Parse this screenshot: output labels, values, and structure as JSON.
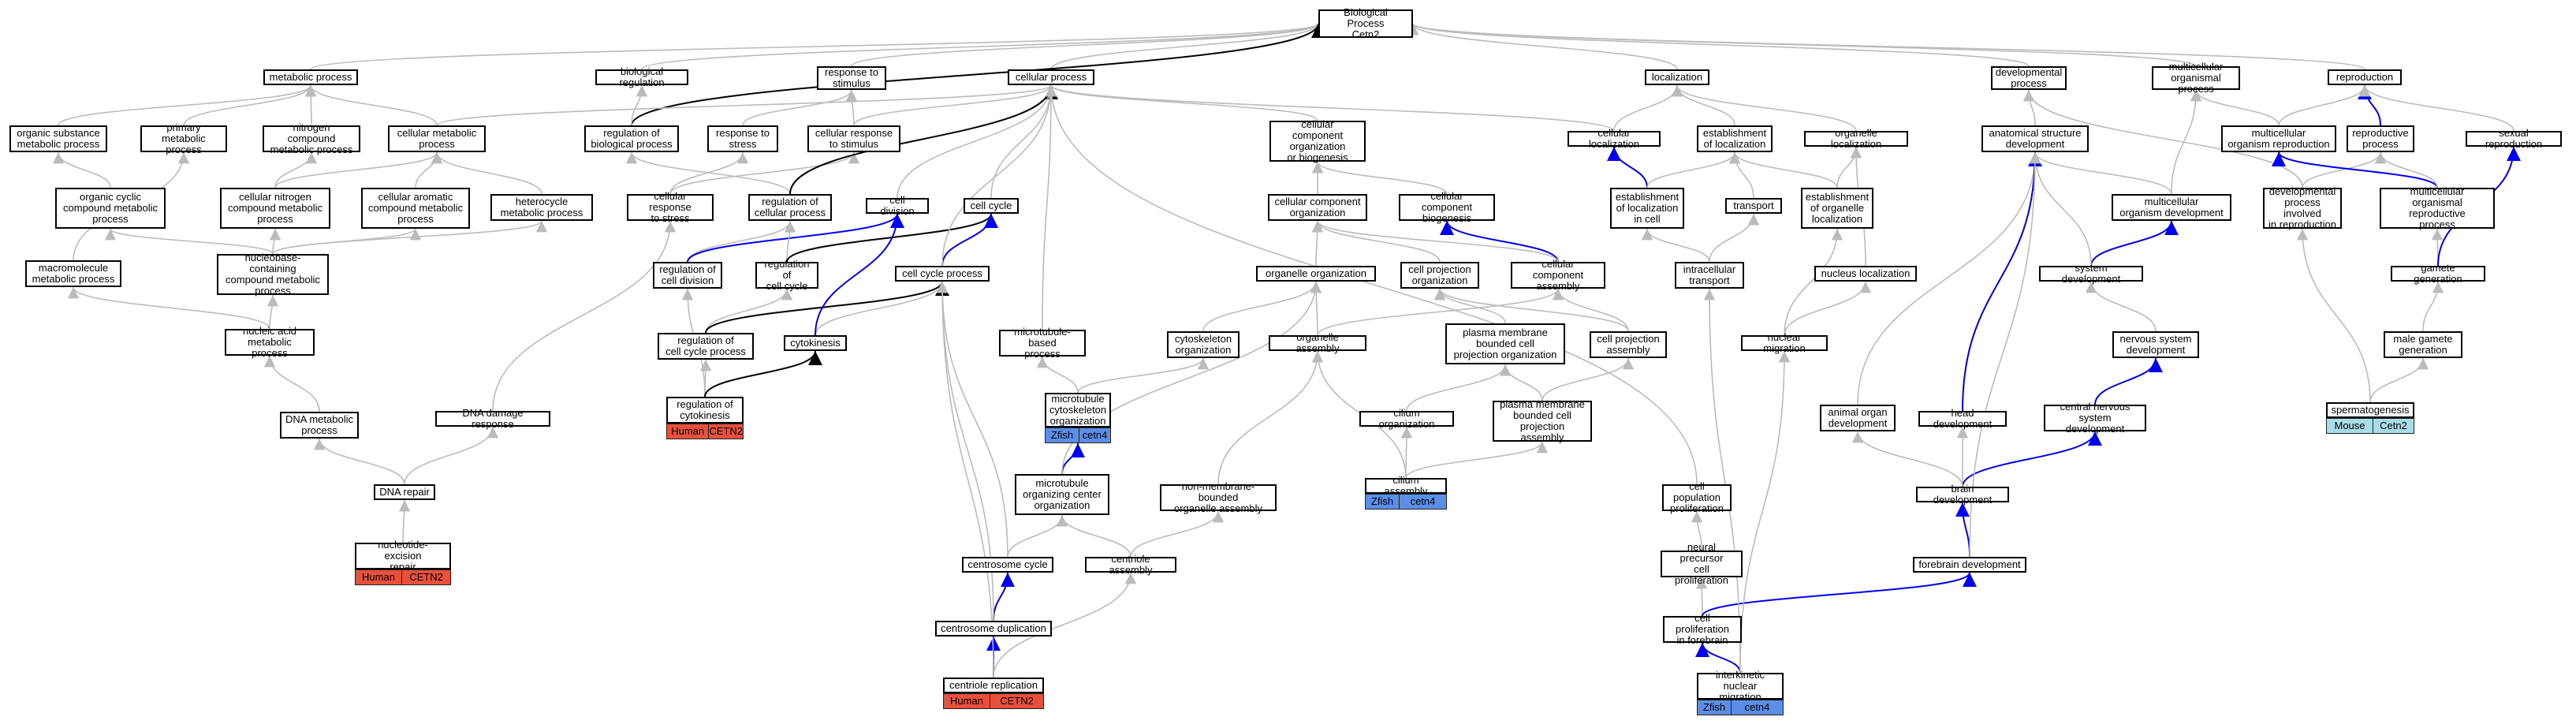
{
  "colors": {
    "edge_default": "#bbbbbb",
    "edge_black": "#000000",
    "edge_blue": "#0000ee",
    "Human": "#e8503c",
    "Zfish": "#5b8ee6",
    "Mouse": "#a8dce6"
  },
  "nodes": [
    {
      "id": "bp",
      "label": "Biological Process\nCetn2"
    },
    {
      "id": "metab",
      "label": "metabolic process"
    },
    {
      "id": "bioreg",
      "label": "biological regulation"
    },
    {
      "id": "resp",
      "label": "response to\nstimulus"
    },
    {
      "id": "cellproc",
      "label": "cellular process"
    },
    {
      "id": "local",
      "label": "localization"
    },
    {
      "id": "devproc",
      "label": "developmental\nprocess"
    },
    {
      "id": "multiorg",
      "label": "multicellular\norganismal process"
    },
    {
      "id": "repro",
      "label": "reproduction"
    },
    {
      "id": "orgsub",
      "label": "organic substance\nmetabolic process"
    },
    {
      "id": "primmet",
      "label": "primary metabolic\nprocess"
    },
    {
      "id": "nitro",
      "label": "nitrogen compound\nmetabolic process"
    },
    {
      "id": "cellmet",
      "label": "cellular metabolic\nprocess"
    },
    {
      "id": "regbio",
      "label": "regulation of\nbiological process"
    },
    {
      "id": "resstress",
      "label": "response to\nstress"
    },
    {
      "id": "cellresp",
      "label": "cellular response\nto stimulus"
    },
    {
      "id": "ccorg",
      "label": "cellular component\norganization\nor biogenesis"
    },
    {
      "id": "celloc",
      "label": "cellular localization"
    },
    {
      "id": "estloc",
      "label": "establishment\nof localization"
    },
    {
      "id": "orgloc",
      "label": "organelle localization"
    },
    {
      "id": "anatdev",
      "label": "anatomical structure\ndevelopment"
    },
    {
      "id": "mcorgrep",
      "label": "multicellular\norganism reproduction"
    },
    {
      "id": "reprod",
      "label": "reproductive\nprocess"
    },
    {
      "id": "sexrep",
      "label": "sexual reproduction"
    },
    {
      "id": "orgcyc",
      "label": "organic cyclic\ncompound metabolic\nprocess"
    },
    {
      "id": "cellnit",
      "label": "cellular nitrogen\ncompound metabolic\nprocess"
    },
    {
      "id": "cellarom",
      "label": "cellular aromatic\ncompound metabolic\nprocess"
    },
    {
      "id": "hetero",
      "label": "heterocycle\nmetabolic process"
    },
    {
      "id": "cellresstress",
      "label": "cellular response\nto stress"
    },
    {
      "id": "regcell",
      "label": "regulation of\ncellular process"
    },
    {
      "id": "celldiv",
      "label": "cell division"
    },
    {
      "id": "cellcyc",
      "label": "cell cycle"
    },
    {
      "id": "ccorg2",
      "label": "cellular component\norganization"
    },
    {
      "id": "ccbio",
      "label": "cellular component\nbiogenesis"
    },
    {
      "id": "estlocincell",
      "label": "establishment\nof localization\nin cell"
    },
    {
      "id": "transport",
      "label": "transport"
    },
    {
      "id": "estorgloc",
      "label": "establishment\nof organelle\nlocalization"
    },
    {
      "id": "mcorgdev",
      "label": "multicellular\norganism development"
    },
    {
      "id": "devrep",
      "label": "developmental\nprocess involved\nin reproduction"
    },
    {
      "id": "mcorgrepproc",
      "label": "multicellular\norganismal reproductive\nprocess"
    },
    {
      "id": "macro",
      "label": "macromolecule\nmetabolic process"
    },
    {
      "id": "nucbase",
      "label": "nucleobase-containing\ncompound metabolic\nprocess"
    },
    {
      "id": "regcelldiv",
      "label": "regulation of\ncell division"
    },
    {
      "id": "regcellcyc",
      "label": "regulation of\ncell cycle"
    },
    {
      "id": "cellcycproc",
      "label": "cell cycle process"
    },
    {
      "id": "orgorg",
      "label": "organelle organization"
    },
    {
      "id": "cellproj",
      "label": "cell projection\norganization"
    },
    {
      "id": "ccassem",
      "label": "cellular component\nassembly"
    },
    {
      "id": "intra",
      "label": "intracellular\ntransport"
    },
    {
      "id": "nucloc",
      "label": "nucleus localization"
    },
    {
      "id": "sysdev",
      "label": "system development"
    },
    {
      "id": "gamete",
      "label": "gamete generation"
    },
    {
      "id": "nucacid",
      "label": "nucleic acid\nmetabolic process"
    },
    {
      "id": "regcellcycproc",
      "label": "regulation of\ncell cycle process"
    },
    {
      "id": "cytokinesis",
      "label": "cytokinesis"
    },
    {
      "id": "mtbased",
      "label": "microtubule-based\nprocess"
    },
    {
      "id": "cytoorg",
      "label": "cytoskeleton\norganization"
    },
    {
      "id": "orgassem",
      "label": "organelle assembly"
    },
    {
      "id": "pmbcpo",
      "label": "plasma membrane\nbounded cell\nprojection organization"
    },
    {
      "id": "cellprojassem",
      "label": "cell projection\nassembly"
    },
    {
      "id": "nucmig",
      "label": "nuclear migration"
    },
    {
      "id": "nervdev",
      "label": "nervous system\ndevelopment"
    },
    {
      "id": "malegam",
      "label": "male gamete\ngeneration"
    },
    {
      "id": "dnamet",
      "label": "DNA metabolic\nprocess"
    },
    {
      "id": "dnadam",
      "label": "DNA damage response"
    },
    {
      "id": "regcytok",
      "label": "regulation of\ncytokinesis",
      "chips": [
        {
          "sp": "Human",
          "gene": "CETN2"
        }
      ]
    },
    {
      "id": "mtcytoorg",
      "label": "microtubule\ncytoskeleton\norganization",
      "chips": [
        {
          "sp": "Zfish",
          "gene": "cetn4"
        }
      ]
    },
    {
      "id": "ciliumorg",
      "label": "cilium organization"
    },
    {
      "id": "pmbcpa",
      "label": "plasma membrane\nbounded cell\nprojection assembly"
    },
    {
      "id": "animorg",
      "label": "animal organ\ndevelopment"
    },
    {
      "id": "headdev",
      "label": "head development"
    },
    {
      "id": "cnsdev",
      "label": "central nervous\nsystem development"
    },
    {
      "id": "spermato",
      "label": "spermatogenesis",
      "chips": [
        {
          "sp": "Mouse",
          "gene": "Cetn2"
        }
      ]
    },
    {
      "id": "dnarepair",
      "label": "DNA repair"
    },
    {
      "id": "mtoc",
      "label": "microtubule\norganizing center\norganization"
    },
    {
      "id": "nonmem",
      "label": "non-membrane-bounded\norganelle assembly"
    },
    {
      "id": "ciliumassem",
      "label": "cilium assembly",
      "chips": [
        {
          "sp": "Zfish",
          "gene": "cetn4"
        }
      ]
    },
    {
      "id": "cellpop",
      "label": "cell population\nproliferation"
    },
    {
      "id": "braindev",
      "label": "brain development"
    },
    {
      "id": "ner",
      "label": "nucleotide-excision\nrepair",
      "chips": [
        {
          "sp": "Human",
          "gene": "CETN2"
        }
      ]
    },
    {
      "id": "centcyc",
      "label": "centrosome cycle"
    },
    {
      "id": "centassem",
      "label": "centriole assembly"
    },
    {
      "id": "neuralprec",
      "label": "neural precursor\ncell proliferation"
    },
    {
      "id": "forebrain",
      "label": "forebrain development"
    },
    {
      "id": "centdup",
      "label": "centrosome duplication"
    },
    {
      "id": "cellprolfore",
      "label": "cell proliferation\nin forebrain"
    },
    {
      "id": "centrep",
      "label": "centriole replication",
      "chips": [
        {
          "sp": "Human",
          "gene": "CETN2"
        }
      ]
    },
    {
      "id": "interkin",
      "label": "interkinetic\nnuclear migration",
      "chips": [
        {
          "sp": "Zfish",
          "gene": "cetn4"
        }
      ]
    }
  ],
  "edges": [
    [
      "metab",
      "bp",
      "g"
    ],
    [
      "bioreg",
      "bp",
      "g"
    ],
    [
      "resp",
      "bp",
      "g"
    ],
    [
      "cellproc",
      "bp",
      "g"
    ],
    [
      "local",
      "bp",
      "g"
    ],
    [
      "devproc",
      "bp",
      "g"
    ],
    [
      "multiorg",
      "bp",
      "g"
    ],
    [
      "repro",
      "bp",
      "g"
    ],
    [
      "regbio",
      "bp",
      "k"
    ],
    [
      "orgsub",
      "metab",
      "g"
    ],
    [
      "primmet",
      "metab",
      "g"
    ],
    [
      "nitro",
      "metab",
      "g"
    ],
    [
      "cellmet",
      "metab",
      "g"
    ],
    [
      "cellmet",
      "cellproc",
      "g"
    ],
    [
      "regbio",
      "bioreg",
      "g"
    ],
    [
      "resstress",
      "resp",
      "g"
    ],
    [
      "cellresp",
      "resp",
      "g"
    ],
    [
      "cellresp",
      "cellproc",
      "g"
    ],
    [
      "ccorg",
      "cellproc",
      "g"
    ],
    [
      "celloc",
      "local",
      "g"
    ],
    [
      "estloc",
      "local",
      "g"
    ],
    [
      "orgloc",
      "local",
      "g"
    ],
    [
      "celloc",
      "cellproc",
      "g"
    ],
    [
      "anatdev",
      "devproc",
      "g"
    ],
    [
      "mcorgrep",
      "multiorg",
      "g"
    ],
    [
      "mcorgrep",
      "repro",
      "g"
    ],
    [
      "reprod",
      "repro",
      "b"
    ],
    [
      "sexrep",
      "repro",
      "g"
    ],
    [
      "orgcyc",
      "orgsub",
      "g"
    ],
    [
      "cellnit",
      "nitro",
      "g"
    ],
    [
      "cellnit",
      "cellmet",
      "g"
    ],
    [
      "cellarom",
      "cellmet",
      "g"
    ],
    [
      "hetero",
      "cellmet",
      "g"
    ],
    [
      "cellresstress",
      "resstress",
      "g"
    ],
    [
      "cellresstress",
      "cellresp",
      "g"
    ],
    [
      "regcell",
      "regbio",
      "g"
    ],
    [
      "regcell",
      "cellproc",
      "k"
    ],
    [
      "celldiv",
      "cellproc",
      "g"
    ],
    [
      "cellcyc",
      "cellproc",
      "g"
    ],
    [
      "ccorg2",
      "ccorg",
      "g"
    ],
    [
      "ccbio",
      "ccorg",
      "g"
    ],
    [
      "estlocincell",
      "celloc",
      "b"
    ],
    [
      "estlocincell",
      "estloc",
      "g"
    ],
    [
      "transport",
      "estloc",
      "g"
    ],
    [
      "estorgloc",
      "orgloc",
      "g"
    ],
    [
      "estorgloc",
      "estloc",
      "g"
    ],
    [
      "mcorgdev",
      "anatdev",
      "g"
    ],
    [
      "mcorgdev",
      "multiorg",
      "g"
    ],
    [
      "devrep",
      "reprod",
      "g"
    ],
    [
      "devrep",
      "devproc",
      "g"
    ],
    [
      "mcorgrepproc",
      "mcorgrep",
      "b"
    ],
    [
      "mcorgrepproc",
      "reprod",
      "g"
    ],
    [
      "macro",
      "primmet",
      "g"
    ],
    [
      "nucbase",
      "orgcyc",
      "g"
    ],
    [
      "nucbase",
      "cellnit",
      "g"
    ],
    [
      "nucbase",
      "cellarom",
      "g"
    ],
    [
      "nucbase",
      "hetero",
      "g"
    ],
    [
      "regcelldiv",
      "regcell",
      "g"
    ],
    [
      "regcelldiv",
      "celldiv",
      "b"
    ],
    [
      "regcellcyc",
      "regcell",
      "g"
    ],
    [
      "regcellcyc",
      "cellcyc",
      "k"
    ],
    [
      "cellcycproc",
      "cellcyc",
      "b"
    ],
    [
      "cellcycproc",
      "cellproc",
      "g"
    ],
    [
      "orgorg",
      "ccorg2",
      "g"
    ],
    [
      "cellproj",
      "ccorg2",
      "g"
    ],
    [
      "ccassem",
      "ccbio",
      "b"
    ],
    [
      "ccassem",
      "ccorg2",
      "g"
    ],
    [
      "intra",
      "estlocincell",
      "g"
    ],
    [
      "intra",
      "transport",
      "g"
    ],
    [
      "nucloc",
      "orgloc",
      "g"
    ],
    [
      "sysdev",
      "mcorgdev",
      "b"
    ],
    [
      "sysdev",
      "anatdev",
      "g"
    ],
    [
      "gamete",
      "mcorgrepproc",
      "g"
    ],
    [
      "gamete",
      "sexrep",
      "b"
    ],
    [
      "nucacid",
      "nucbase",
      "g"
    ],
    [
      "nucacid",
      "macro",
      "g"
    ],
    [
      "regcellcycproc",
      "regcellcyc",
      "g"
    ],
    [
      "regcellcycproc",
      "cellcycproc",
      "k"
    ],
    [
      "cytokinesis",
      "cellcycproc",
      "g"
    ],
    [
      "cytokinesis",
      "celldiv",
      "b"
    ],
    [
      "mtbased",
      "cellproc",
      "g"
    ],
    [
      "cytoorg",
      "orgorg",
      "g"
    ],
    [
      "orgassem",
      "orgorg",
      "g"
    ],
    [
      "orgassem",
      "ccassem",
      "g"
    ],
    [
      "pmbcpo",
      "cellproj",
      "g"
    ],
    [
      "cellprojassem",
      "cellproj",
      "g"
    ],
    [
      "cellprojassem",
      "ccassem",
      "g"
    ],
    [
      "nucmig",
      "nucloc",
      "g"
    ],
    [
      "nucmig",
      "estorgloc",
      "g"
    ],
    [
      "nervdev",
      "sysdev",
      "g"
    ],
    [
      "malegam",
      "gamete",
      "g"
    ],
    [
      "dnamet",
      "nucacid",
      "g"
    ],
    [
      "dnadam",
      "cellresstress",
      "g"
    ],
    [
      "regcytok",
      "regcelldiv",
      "g"
    ],
    [
      "regcytok",
      "regcellcycproc",
      "g"
    ],
    [
      "regcytok",
      "cytokinesis",
      "k"
    ],
    [
      "mtcytoorg",
      "mtbased",
      "g"
    ],
    [
      "mtcytoorg",
      "cytoorg",
      "g"
    ],
    [
      "ciliumorg",
      "pmbcpo",
      "g"
    ],
    [
      "pmbcpa",
      "pmbcpo",
      "g"
    ],
    [
      "pmbcpa",
      "cellprojassem",
      "g"
    ],
    [
      "animorg",
      "anatdev",
      "g"
    ],
    [
      "headdev",
      "anatdev",
      "b"
    ],
    [
      "cnsdev",
      "nervdev",
      "b"
    ],
    [
      "spermato",
      "malegam",
      "g"
    ],
    [
      "spermato",
      "devrep",
      "g"
    ],
    [
      "dnarepair",
      "dnamet",
      "g"
    ],
    [
      "dnarepair",
      "dnadam",
      "g"
    ],
    [
      "mtoc",
      "mtcytoorg",
      "b"
    ],
    [
      "mtoc",
      "orgorg",
      "g"
    ],
    [
      "nonmem",
      "orgassem",
      "g"
    ],
    [
      "ciliumassem",
      "ciliumorg",
      "g"
    ],
    [
      "ciliumassem",
      "pmbcpa",
      "g"
    ],
    [
      "ciliumassem",
      "orgassem",
      "g"
    ],
    [
      "cellpop",
      "cellproc",
      "g"
    ],
    [
      "braindev",
      "headdev",
      "g"
    ],
    [
      "braindev",
      "cnsdev",
      "b"
    ],
    [
      "braindev",
      "animorg",
      "g"
    ],
    [
      "ner",
      "dnarepair",
      "g"
    ],
    [
      "centcyc",
      "mtoc",
      "g"
    ],
    [
      "centcyc",
      "cellcycproc",
      "g"
    ],
    [
      "centassem",
      "nonmem",
      "g"
    ],
    [
      "centassem",
      "mtoc",
      "g"
    ],
    [
      "neuralprec",
      "cellpop",
      "g"
    ],
    [
      "forebrain",
      "braindev",
      "b"
    ],
    [
      "forebrain",
      "anatdev",
      "g"
    ],
    [
      "centdup",
      "centcyc",
      "b"
    ],
    [
      "centdup",
      "cellcycproc",
      "g"
    ],
    [
      "cellprolfore",
      "neuralprec",
      "g"
    ],
    [
      "cellprolfore",
      "forebrain",
      "b"
    ],
    [
      "centrep",
      "centdup",
      "b"
    ],
    [
      "centrep",
      "centassem",
      "g"
    ],
    [
      "centrep",
      "cellcycproc",
      "g"
    ],
    [
      "interkin",
      "cellprolfore",
      "b"
    ],
    [
      "interkin",
      "nucmig",
      "g"
    ],
    [
      "interkin",
      "intra",
      "g"
    ]
  ]
}
